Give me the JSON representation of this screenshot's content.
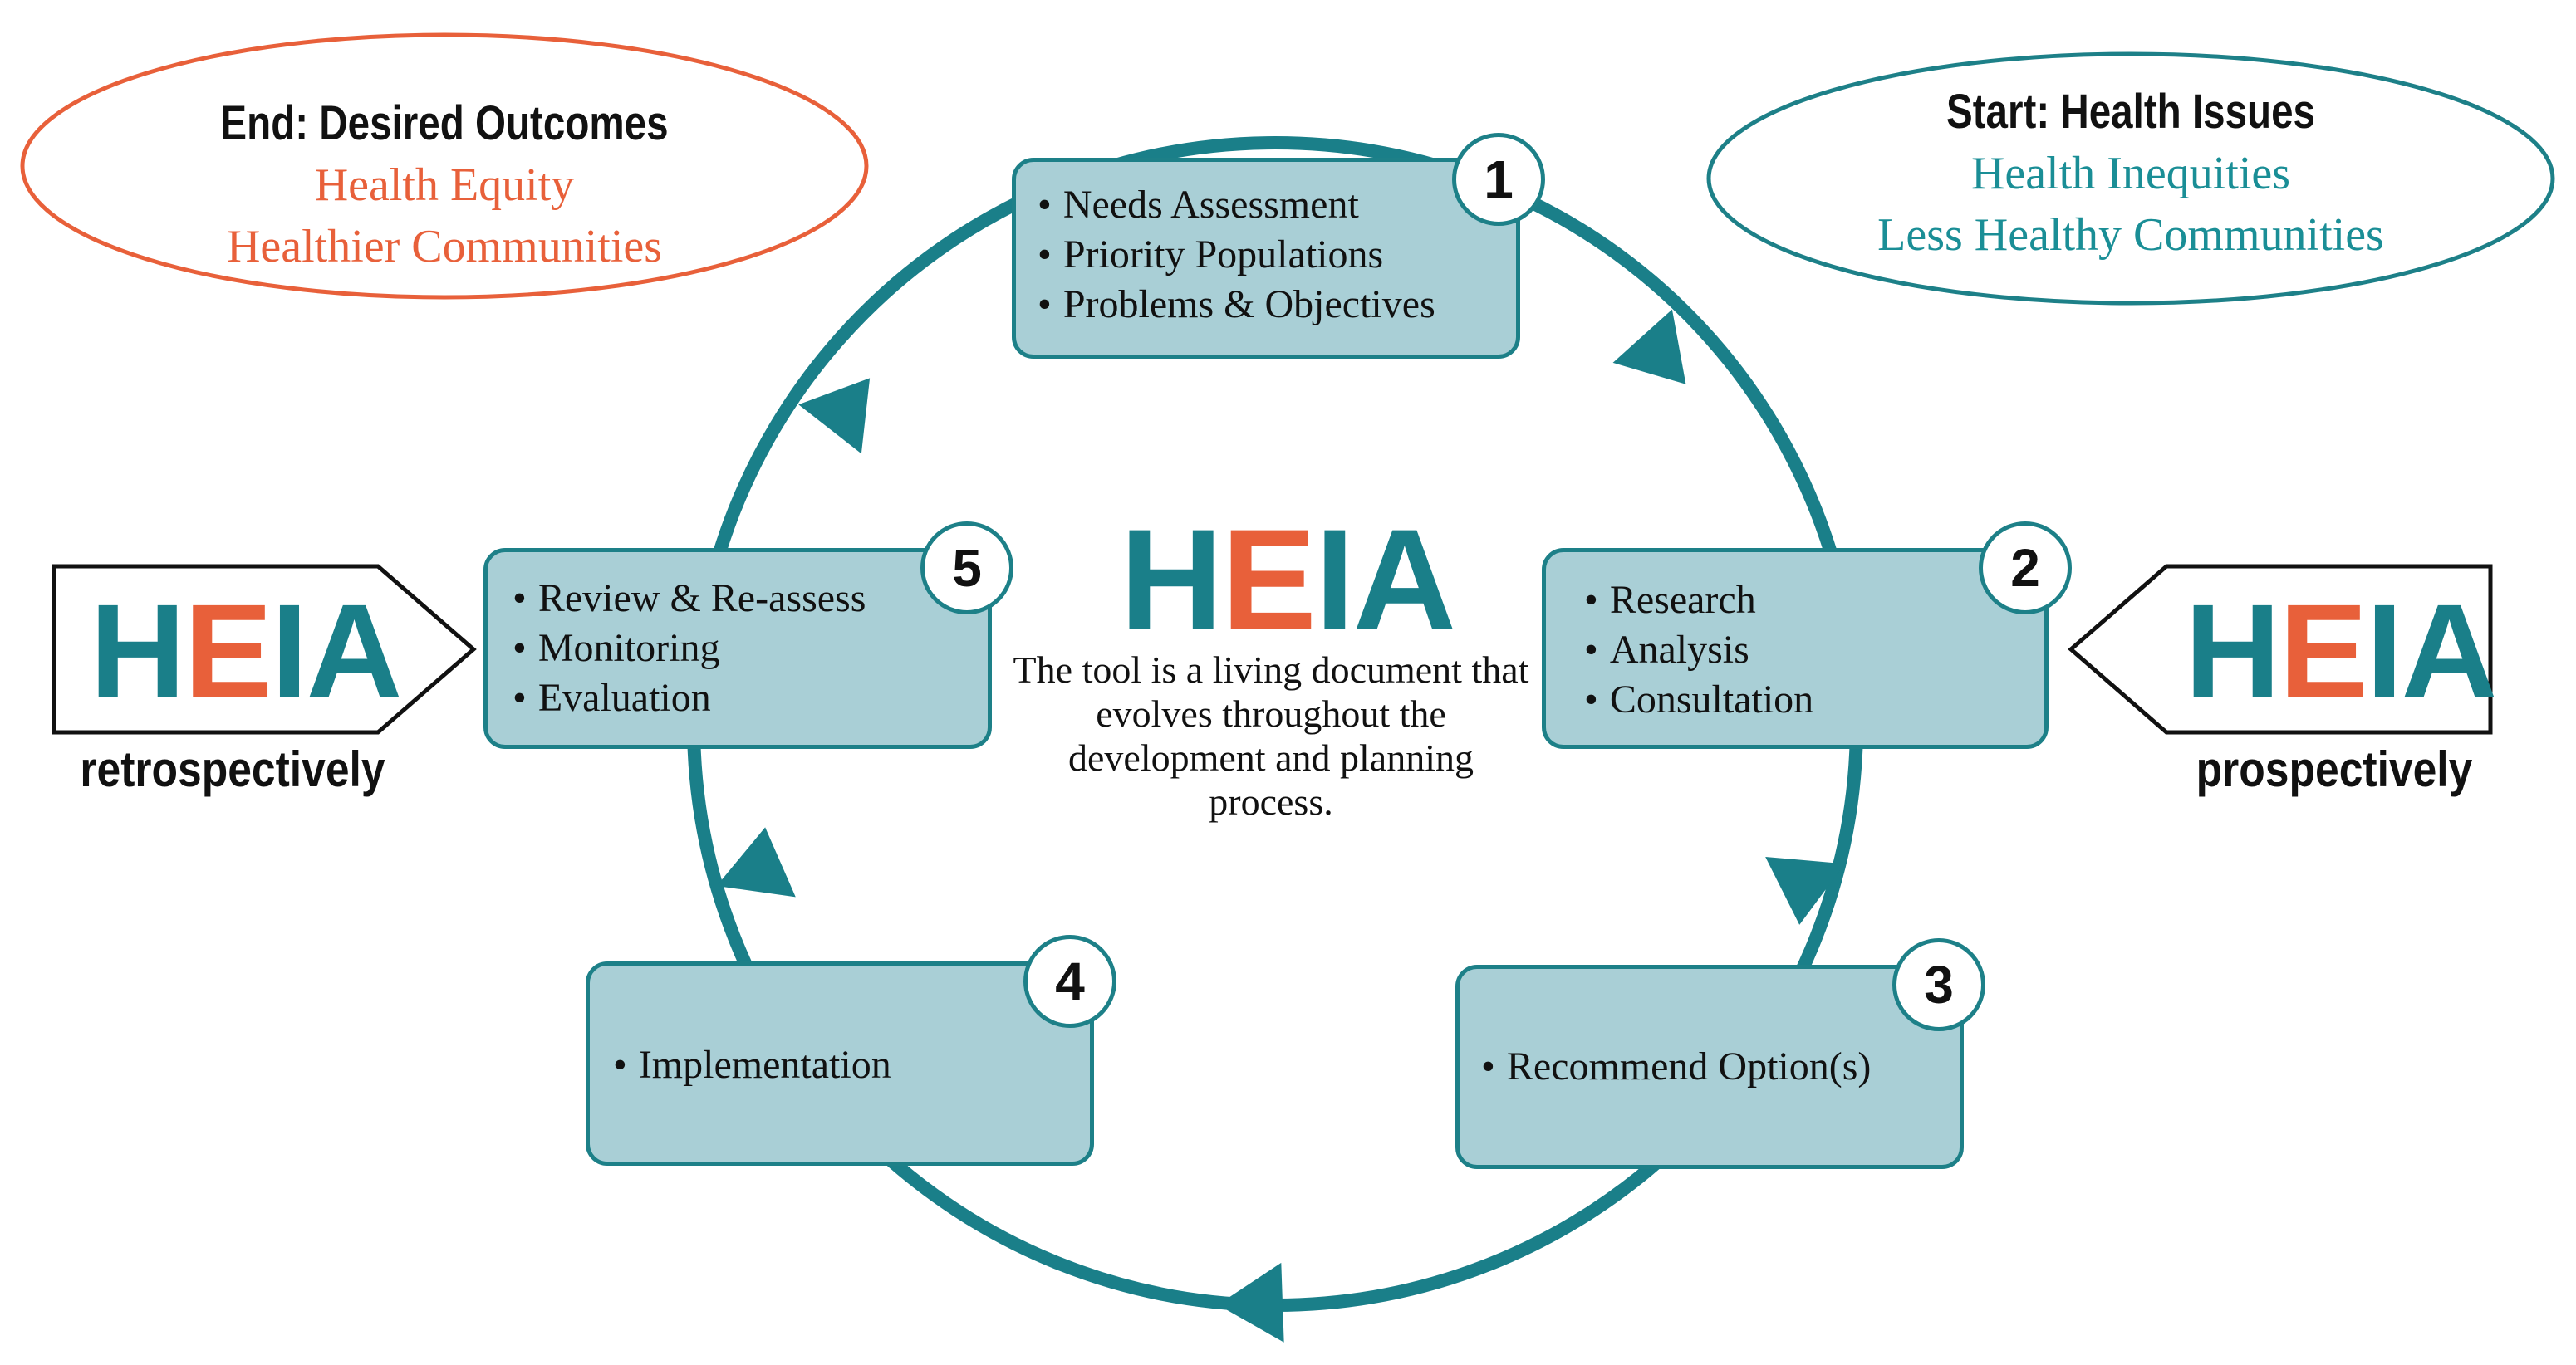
{
  "end": {
    "title": "End: Desired Outcomes",
    "lines": [
      "Health Equity",
      "Healthier Communities"
    ]
  },
  "start": {
    "title": "Start: Health Issues",
    "lines": [
      "Health Inequities",
      "Less Healthy Communities"
    ]
  },
  "logo": {
    "letters": [
      "H",
      "E",
      "I",
      "A"
    ]
  },
  "center": {
    "description": "The tool is a living document that evolves throughout the development and planning process."
  },
  "steps": [
    {
      "number": "1",
      "items": [
        "Needs Assessment",
        "Priority Populations",
        "Problems & Objectives"
      ]
    },
    {
      "number": "2",
      "items": [
        "Research",
        "Analysis",
        "Consultation"
      ]
    },
    {
      "number": "3",
      "items": [
        "Recommend Option(s)"
      ]
    },
    {
      "number": "4",
      "items": [
        "Implementation"
      ]
    },
    {
      "number": "5",
      "items": [
        "Review & Re-assess",
        "Monitoring",
        "Evaluation"
      ]
    }
  ],
  "left_tag": {
    "label": "retrospectively"
  },
  "right_tag": {
    "label": "prospectively"
  },
  "colors": {
    "teal": "#1d8088",
    "box_fill": "#a9cfd6",
    "orange": "#e8603a",
    "teal_text": "#1a8e96"
  }
}
